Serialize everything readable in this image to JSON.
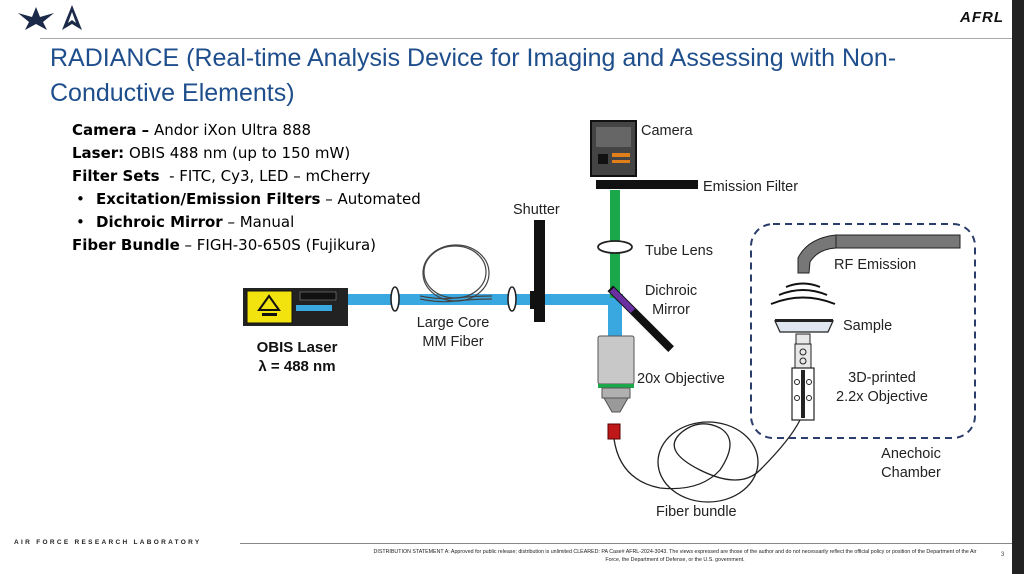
{
  "header": {
    "logo_text": "AFRL"
  },
  "title": "RADIANCE (Real-time Analysis Device for Imaging and Assessing with Non-Conductive Elements)",
  "specs": [
    {
      "label": "Camera –",
      "value": " Andor iXon Ultra 888"
    },
    {
      "label": "Laser:",
      "value": " OBIS 488 nm (up to 150 mW)"
    },
    {
      "label": "Filter Sets",
      "value": "  - FITC, Cy3, LED – mCherry"
    },
    {
      "label": "Excitation/Emission Filters",
      "value": " – Automated"
    },
    {
      "label": "Dichroic Mirror",
      "value": " – Manual"
    },
    {
      "label": "Fiber Bundle",
      "value": " – FIGH-30-650S (Fujikura)"
    }
  ],
  "diagram": {
    "laser_name": "OBIS Laser",
    "laser_wavelength": "λ = 488 nm",
    "large_core_fiber": "Large Core",
    "mm_fiber": "MM Fiber",
    "shutter": "Shutter",
    "camera": "Camera",
    "emission_filter": "Emission Filter",
    "tube_lens": "Tube Lens",
    "dichroic": "Dichroic",
    "mirror": "Mirror",
    "objective_20x": "20x Objective",
    "fiber_bundle": "Fiber bundle",
    "rf_emission": "RF Emission",
    "sample": "Sample",
    "printed_3d": "3D-printed",
    "objective_22x": "2.2x Objective",
    "anechoic": "Anechoic",
    "chamber": "Chamber"
  },
  "colors": {
    "title": "#1f4e8c",
    "laser_beam": "#3aa8e0",
    "emission_beam": "#1aa84a",
    "chamber_border": "#2b3d6b",
    "dichroic_filter": "#6a2fa0",
    "fiber_tip": "#c01818"
  },
  "footer": {
    "lab": "AIR FORCE RESEARCH LABORATORY",
    "distribution": "DISTRIBUTION STATEMENT A: Approved for public release; distribution is unlimited CLEARED: PA Case# AFRL-2024-3043. The views expressed are those of the author and do not necessarily reflect the official policy or position of the Department of the Air Force, the Department of Defense, or the U.S. government.",
    "page": "3"
  }
}
